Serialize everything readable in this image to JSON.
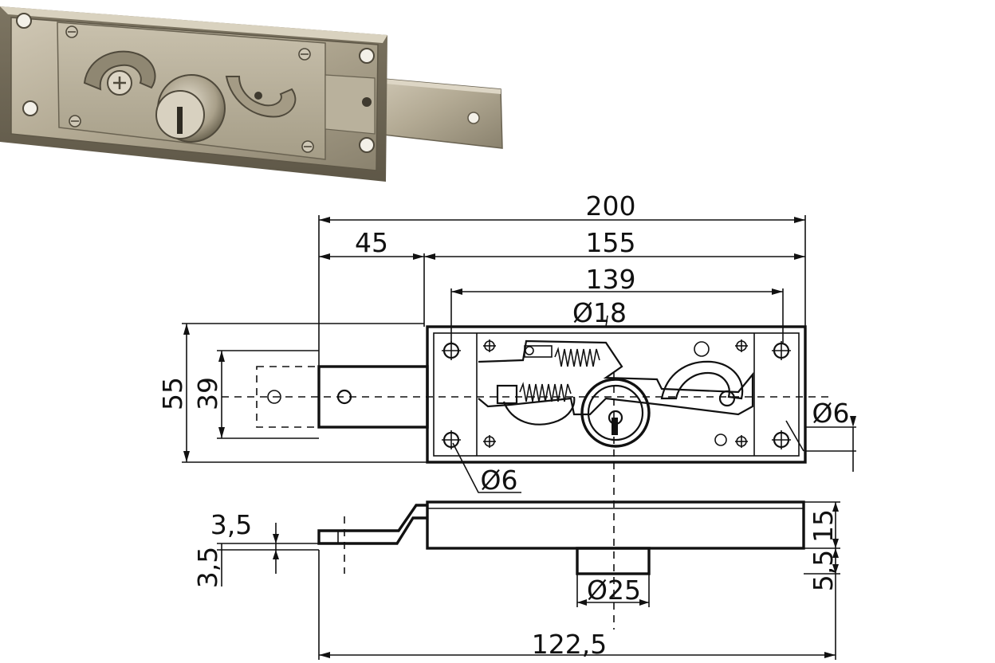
{
  "photo": {
    "subject": "lock-photo"
  },
  "dimensions": {
    "overall_length": "200",
    "bolt_offset": "45",
    "body_length": "155",
    "hole_spacing": "139",
    "cylinder_diameter": "Ø18",
    "body_height": "55",
    "bolt_height": "39",
    "right_hole_diameter": "Ø6",
    "lower_hole_diameter": "Ø6",
    "bolt_thickness": "3,5",
    "bolt_step": "3,5",
    "body_depth": "15",
    "cylinder_projection": "5,5",
    "boss_diameter": "Ø25",
    "bottom_length": "122,5"
  },
  "colors": {
    "line": "#111111",
    "background": "#ffffff"
  }
}
